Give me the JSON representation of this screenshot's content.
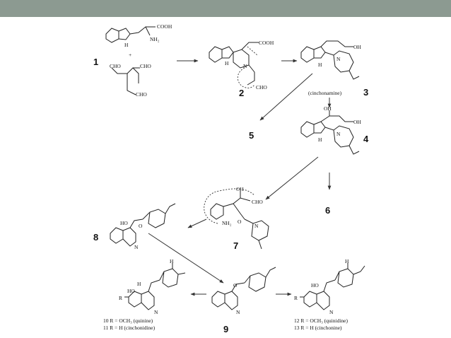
{
  "slide": {
    "accent_color": "#8c9a91",
    "background": "#ffffff"
  },
  "compounds": {
    "c1": {
      "number": "1",
      "labels": {
        "cooh": "COOH",
        "nh2": "NH₂",
        "h": "H",
        "plus": "+",
        "cho_a": "CHO",
        "cho_b": "CHO",
        "cho_c": "CHO"
      }
    },
    "c2": {
      "number": "2",
      "labels": {
        "cooh": "COOH",
        "n": "N",
        "h": "H",
        "cho": "CHO"
      }
    },
    "c3": {
      "number": "3",
      "labels": {
        "oh": "OH",
        "n": "N",
        "h": "H",
        "caption": "(cinchonamine)"
      }
    },
    "c4": {
      "number": "4",
      "labels": {
        "oh_a": "OH",
        "oh_b": "OH",
        "n": "N",
        "h": "H"
      }
    },
    "c5": {
      "number": "5"
    },
    "c6": {
      "number": "6"
    },
    "c7": {
      "number": "7",
      "labels": {
        "oh": "OH",
        "cho": "CHO",
        "nh2": "NH₂",
        "n": "N",
        "o": "O"
      }
    },
    "c8": {
      "number": "8",
      "labels": {
        "ho": "HO",
        "o": "O",
        "n": "N"
      }
    },
    "c9": {
      "number": "9",
      "labels": {
        "o": "O",
        "n": "N"
      }
    },
    "c10_11": {
      "labels": {
        "h_top": "H",
        "h_mid": "H",
        "ho": "HO",
        "r": "R",
        "n": "N",
        "line10": "10  R = OCH₃ (quinine)",
        "line11": "11  R = H (cinchonidine)"
      }
    },
    "c12_13": {
      "labels": {
        "h_top": "H",
        "ho": "HO",
        "r": "R",
        "n": "N",
        "line12": "12  R = OCH₃ (quinidine)",
        "line13": "13  R = H (cinchonine)"
      }
    }
  }
}
